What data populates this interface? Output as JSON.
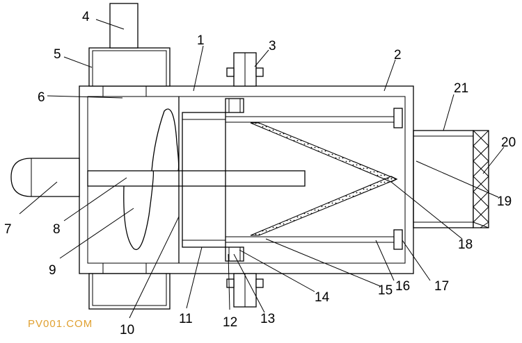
{
  "labels": {
    "n1": "1",
    "n2": "2",
    "n3": "3",
    "n4": "4",
    "n5": "5",
    "n6": "6",
    "n7": "7",
    "n8": "8",
    "n9": "9",
    "n10": "10",
    "n11": "11",
    "n12": "12",
    "n13": "13",
    "n14": "14",
    "n15": "15",
    "n16": "16",
    "n17": "17",
    "n18": "18",
    "n19": "19",
    "n20": "20",
    "n21": "21"
  },
  "watermark": "PV001.COM",
  "colors": {
    "line": "#000000",
    "background": "#ffffff",
    "watermark": "#e0a030"
  }
}
